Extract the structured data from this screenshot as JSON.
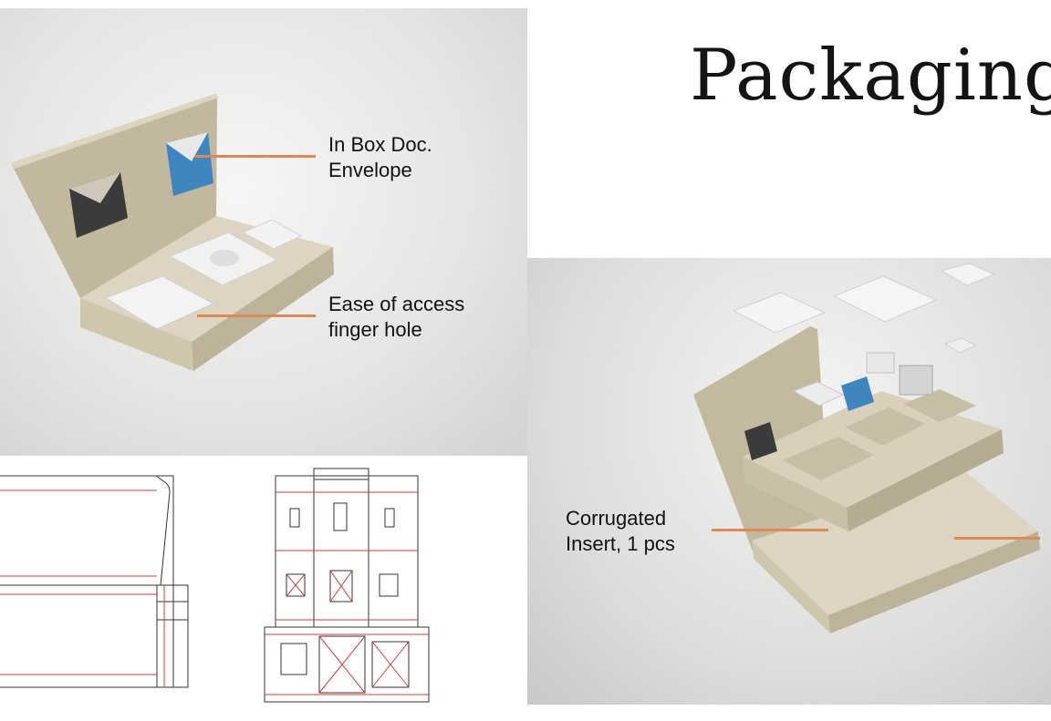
{
  "page": {
    "title": "Packaging"
  },
  "callouts": {
    "envelope": {
      "line1": "In Box Doc.",
      "line2": "Envelope"
    },
    "finger_hole": {
      "line1": "Ease of access",
      "line2": "finger hole"
    },
    "insert": {
      "line1": "Corrugated",
      "line2": "Insert, 1 pcs"
    }
  },
  "colors": {
    "accent": "#d98a55",
    "cardboard": "#d7cfba",
    "envelope_blue": "#3f86c0",
    "envelope_dark": "#3b3b3b",
    "device_white": "#f3f3f3",
    "dieline_red": "#d23c3c"
  }
}
